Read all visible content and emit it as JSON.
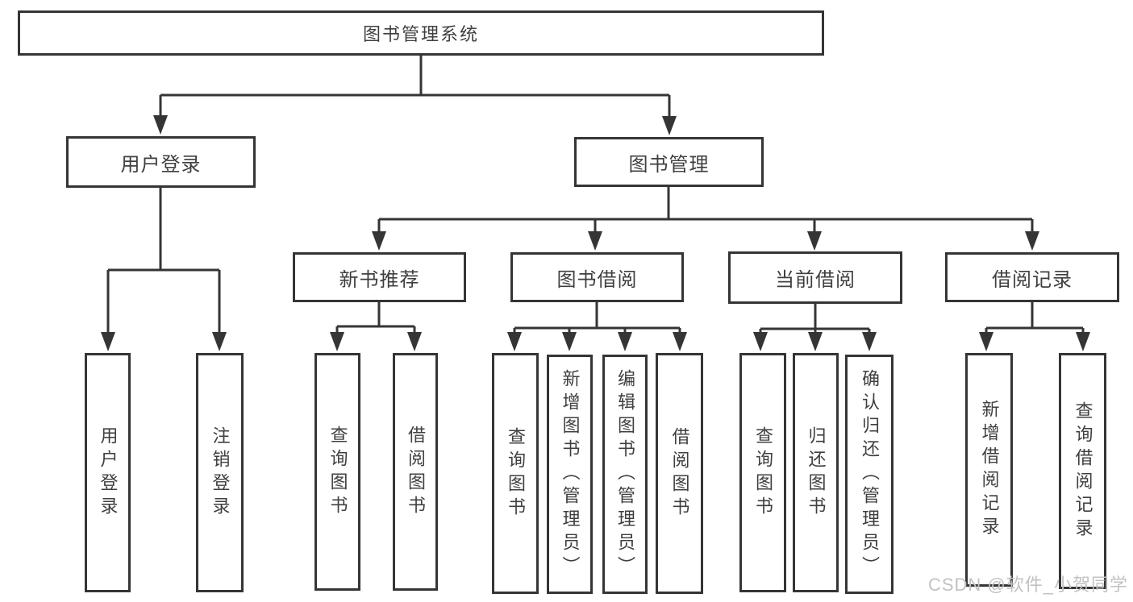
{
  "diagram": {
    "type": "hierarchy-tree",
    "title": "图书管理系统",
    "watermark": "CSDN @软件_小贺同学",
    "colors": {
      "line": "#353535",
      "box_border": "#353535",
      "box_fill": "#ffffff",
      "text": "#3f3f3f",
      "watermark": "#c2c2c2",
      "background": "#ffffff"
    },
    "nodes": {
      "root": {
        "label": "图书管理系统"
      },
      "user_login": {
        "label": "用户登录"
      },
      "book_mgmt": {
        "label": "图书管理"
      },
      "new_book_rec": {
        "label": "新书推荐"
      },
      "book_borrow": {
        "label": "图书借阅"
      },
      "current_borrow": {
        "label": "当前借阅"
      },
      "borrow_records": {
        "label": "借阅记录"
      },
      "leaf_user_login": {
        "label": "用户登录"
      },
      "leaf_logout": {
        "label": "注销登录"
      },
      "leaf_query_books_rec": {
        "label": "查询图书"
      },
      "leaf_borrow_books_rec": {
        "label": "借阅图书"
      },
      "leaf_query_books_borrow": {
        "label": "查询图书"
      },
      "leaf_add_books_admin": {
        "label": "新增图书（管理员）"
      },
      "leaf_edit_books_admin": {
        "label": "编辑图书（管理员）"
      },
      "leaf_borrow_books_borrow": {
        "label": "借阅图书"
      },
      "leaf_query_books_current": {
        "label": "查询图书"
      },
      "leaf_return_books": {
        "label": "归还图书"
      },
      "leaf_confirm_return_admin": {
        "label": "确认归还（管理员）"
      },
      "leaf_add_borrow_record": {
        "label": "新增借阅记录"
      },
      "leaf_query_borrow_record": {
        "label": "查询借阅记录"
      }
    },
    "edges": [
      {
        "from": "图书管理系统",
        "to": [
          "用户登录",
          "图书管理"
        ]
      },
      {
        "from": "用户登录",
        "to": [
          "用户登录",
          "注销登录"
        ]
      },
      {
        "from": "图书管理",
        "to": [
          "新书推荐",
          "图书借阅",
          "当前借阅",
          "借阅记录"
        ]
      },
      {
        "from": "新书推荐",
        "to": [
          "查询图书",
          "借阅图书"
        ]
      },
      {
        "from": "图书借阅",
        "to": [
          "查询图书",
          "新增图书（管理员）",
          "编辑图书（管理员）",
          "借阅图书"
        ]
      },
      {
        "from": "当前借阅",
        "to": [
          "查询图书",
          "归还图书",
          "确认归还（管理员）"
        ]
      },
      {
        "from": "借阅记录",
        "to": [
          "新增借阅记录",
          "查询借阅记录"
        ]
      }
    ]
  }
}
